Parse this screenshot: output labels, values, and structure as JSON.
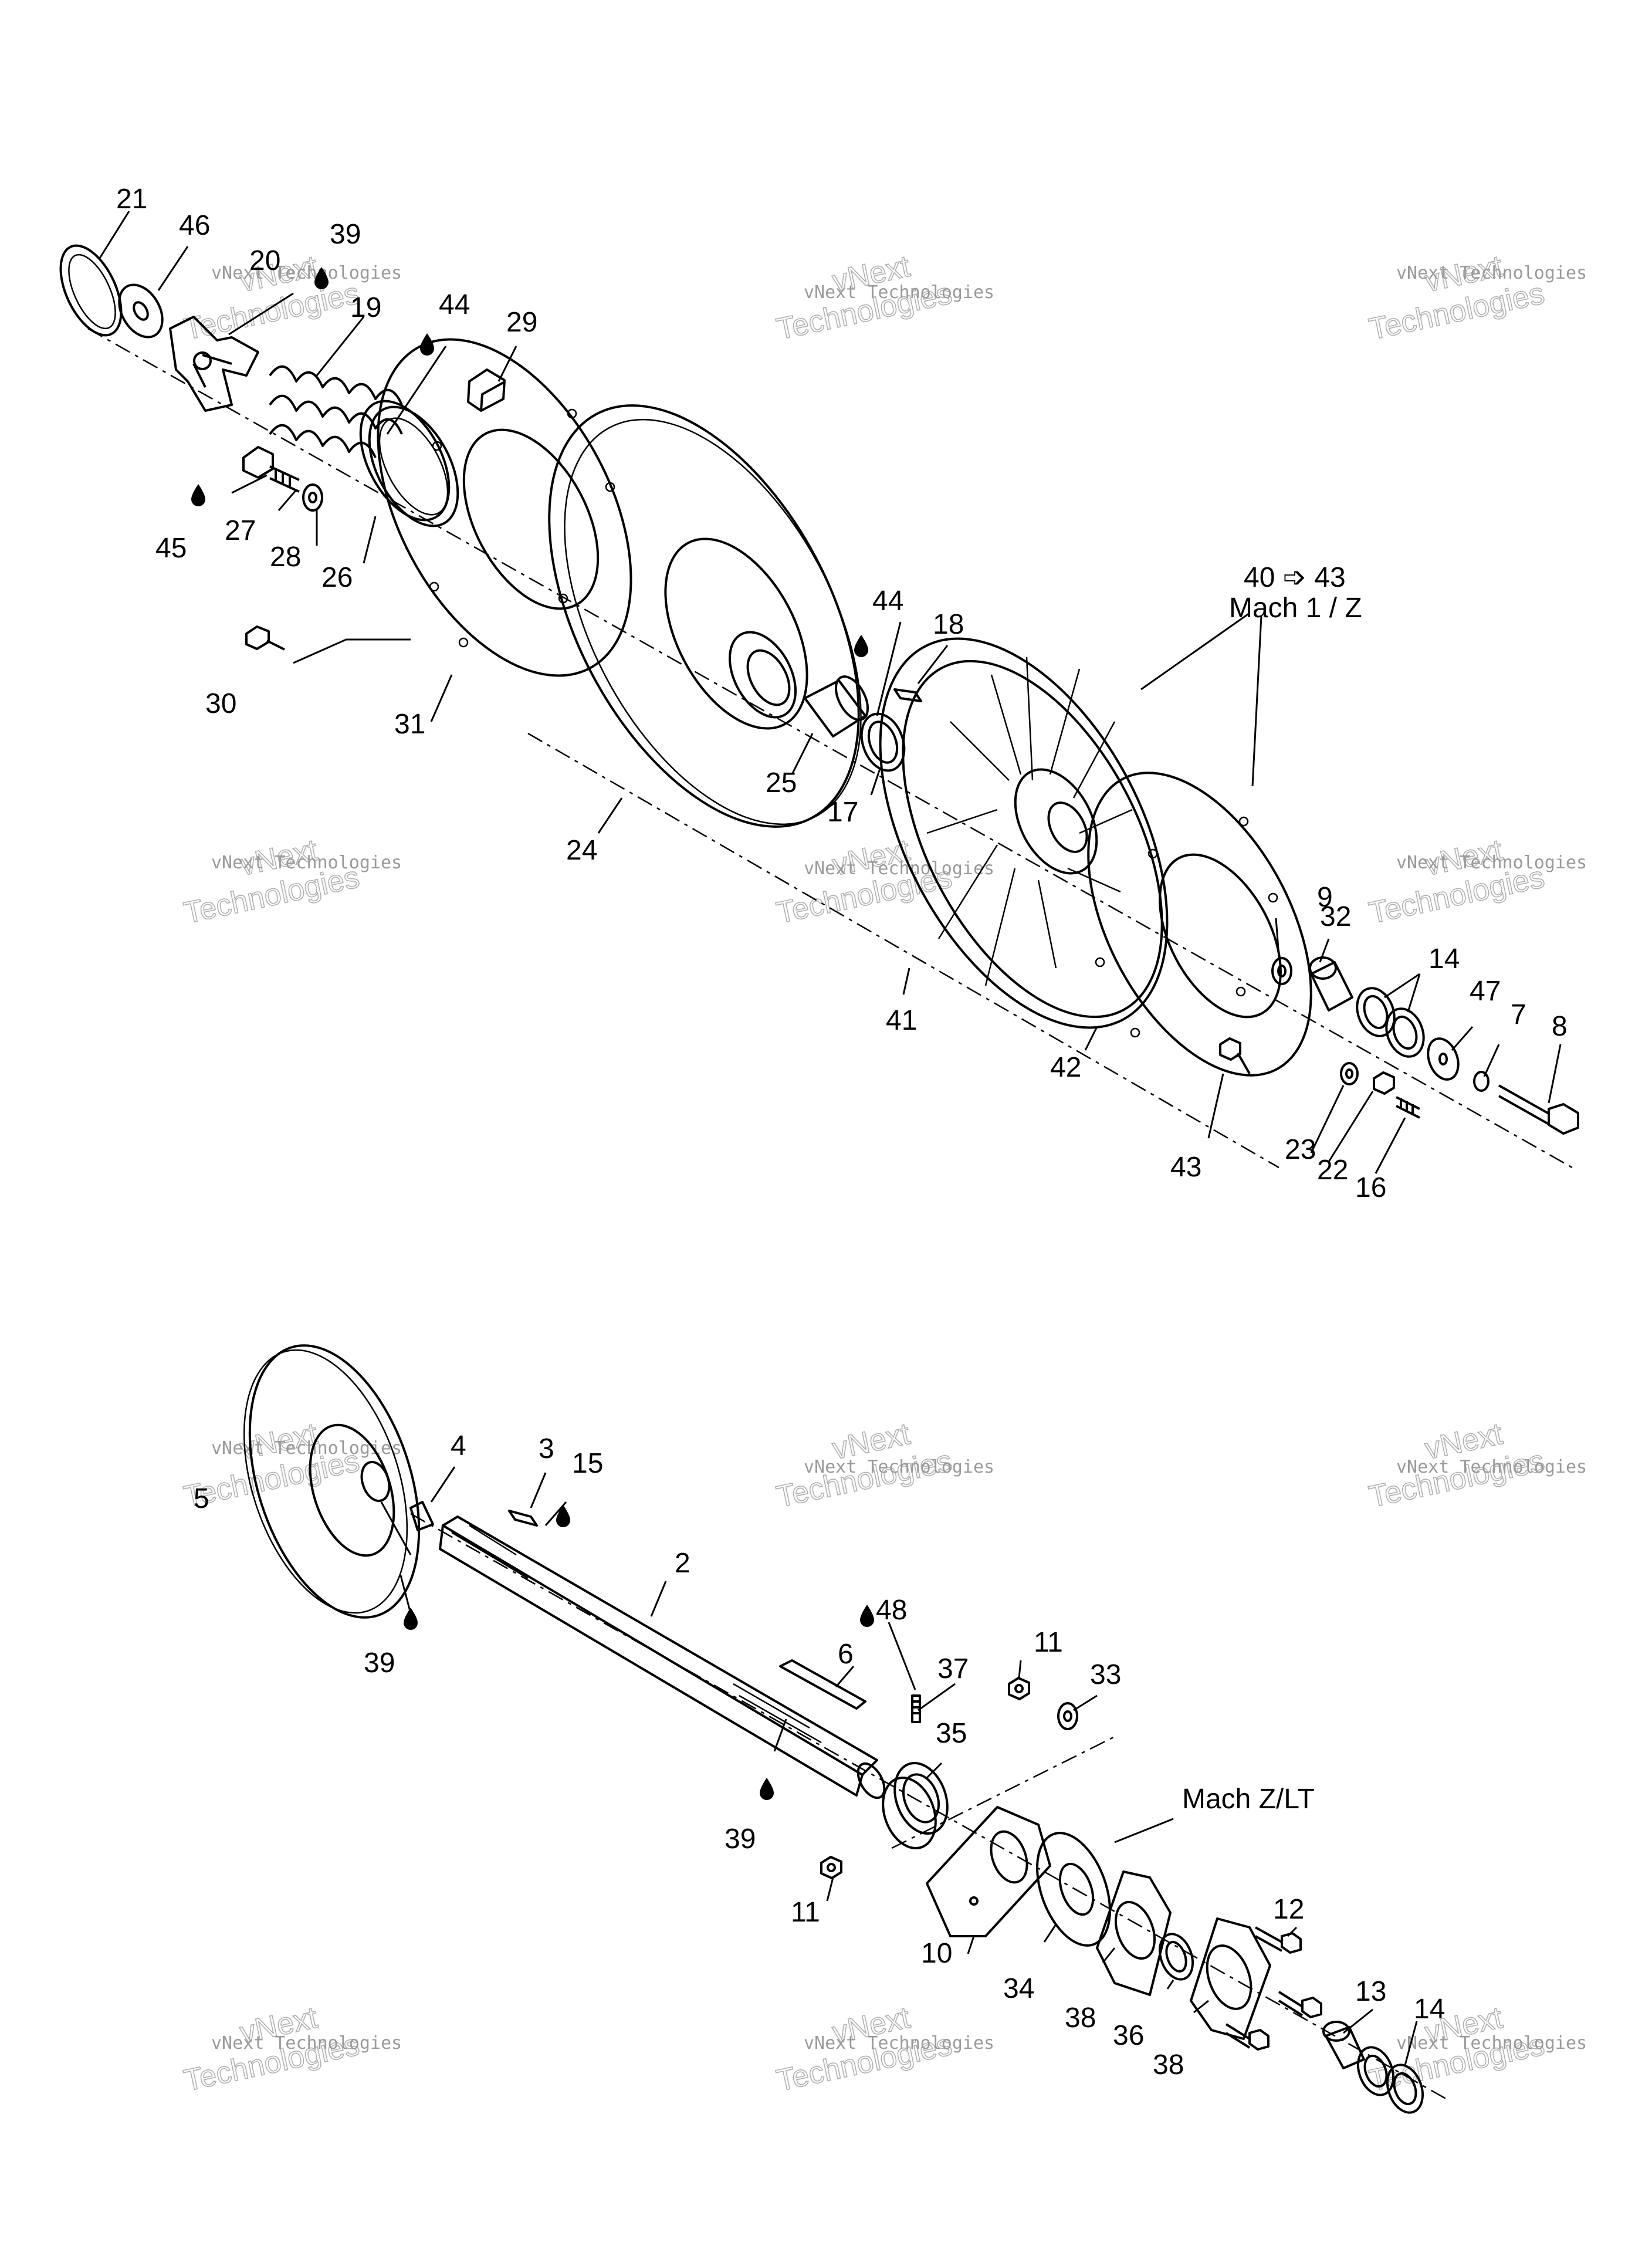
{
  "callouts_top": [
    "21",
    "46",
    "20",
    "39",
    "19",
    "44",
    "29",
    "45",
    "27",
    "28",
    "26",
    "30",
    "31",
    "24",
    "44",
    "18",
    "25",
    "17",
    "9",
    "32",
    "14",
    "47",
    "7",
    "8",
    "41",
    "42",
    "23",
    "22",
    "16",
    "43"
  ],
  "callouts_bottom": [
    "5",
    "4",
    "3",
    "15",
    "39",
    "2",
    "48",
    "6",
    "37",
    "11",
    "33",
    "35",
    "39",
    "11",
    "10",
    "34",
    "38",
    "36",
    "38",
    "12",
    "13",
    "14"
  ],
  "group_note_1": {
    "label": "40 ➩ 43",
    "model": "Mach 1 / Z"
  },
  "group_note_2": {
    "model": "Mach Z/LT"
  },
  "watermark": {
    "brand": "vNext",
    "company": "Technologies",
    "small": "vNext Technologies"
  },
  "icons": {
    "lubricant": "oil-drop-icon"
  }
}
